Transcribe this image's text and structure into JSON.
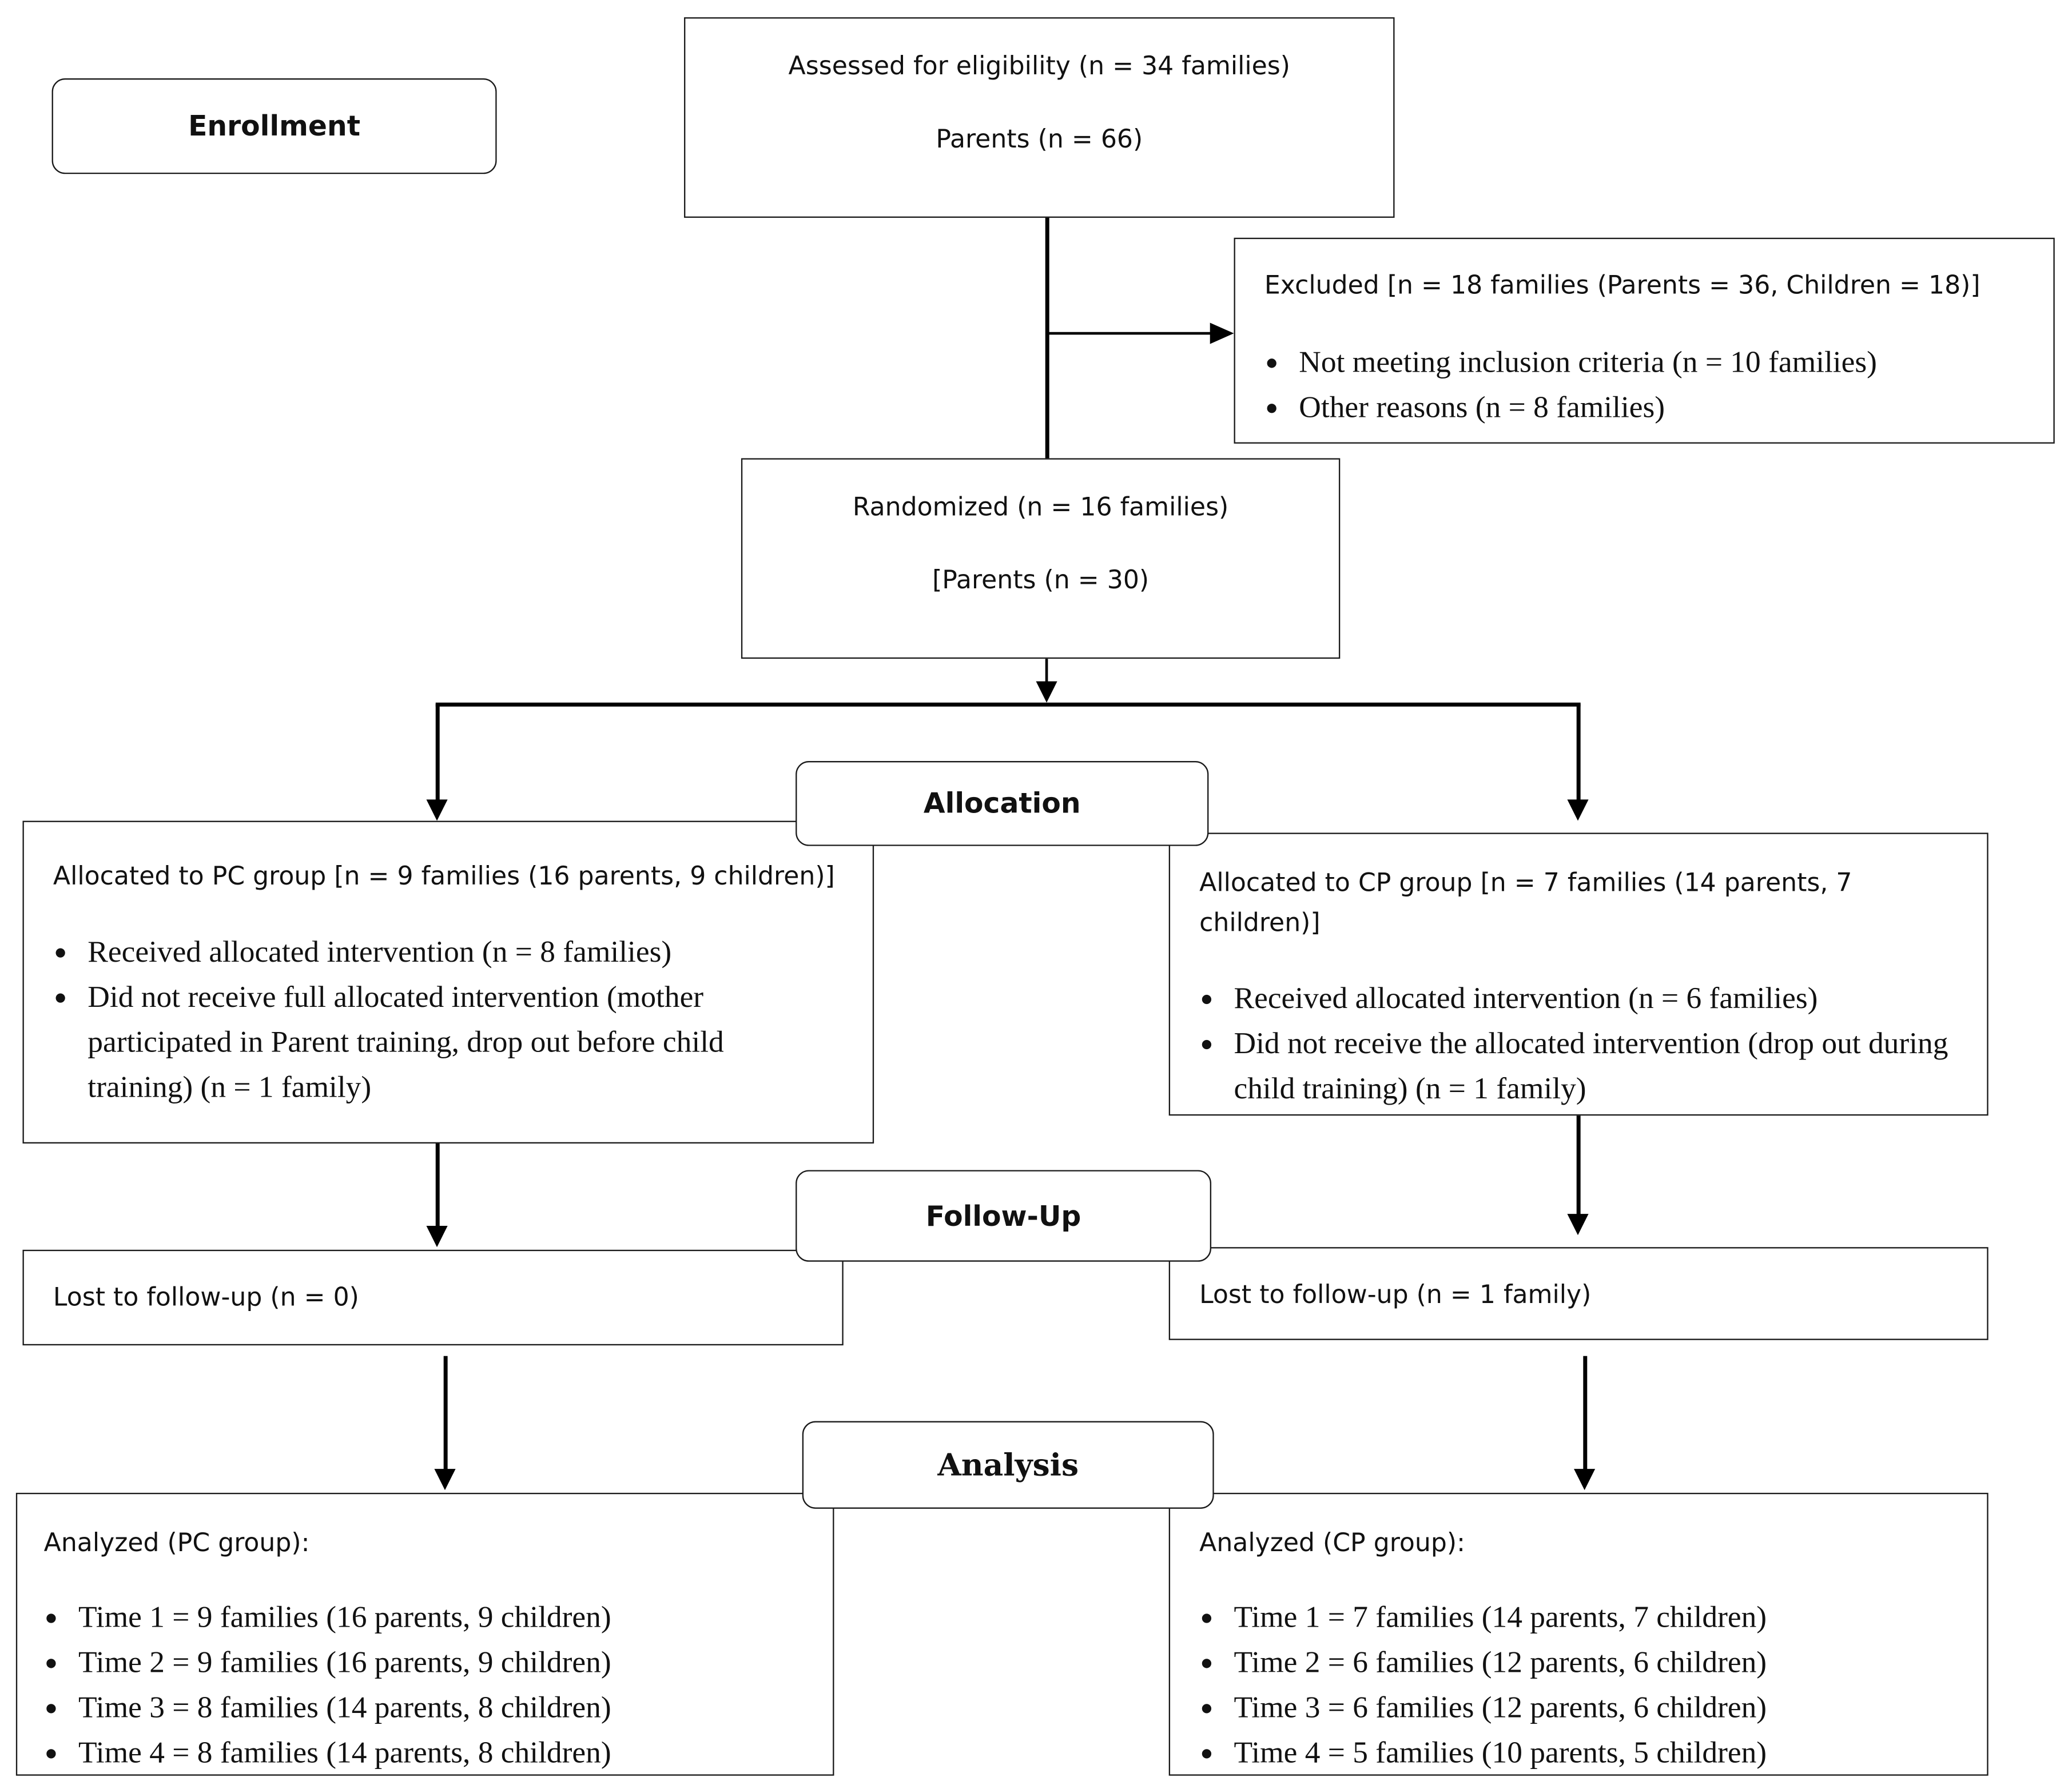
{
  "stages": {
    "enrollment": "Enrollment",
    "allocation": "Allocation",
    "follow_up": "Follow-Up",
    "analysis": "Analysis"
  },
  "assessed": {
    "line1": "Assessed for eligibility (n = 34 families)",
    "line2": "Parents (n = 66)"
  },
  "excluded": {
    "title": "Excluded  [n = 18 families (Parents = 36, Children = 18)]",
    "items": [
      "Not meeting inclusion criteria (n = 10 families)",
      "Other reasons (n = 8 families)"
    ]
  },
  "randomized": {
    "line1": "Randomized (n = 16 families)",
    "line2": "[Parents (n = 30)"
  },
  "pc_allocation": {
    "title": "Allocated to PC group [n = 9 families (16 parents, 9 children)]",
    "items": [
      "Received allocated intervention (n = 8 families)",
      "Did not receive full allocated intervention (mother participated in Parent training, drop out before child training) (n = 1 family)"
    ]
  },
  "cp_allocation": {
    "title_line1": "Allocated to CP group [n = 7 families (14 parents, 7",
    "title_line2": "children)]",
    "items": [
      "Received allocated intervention (n = 6 families)",
      "Did not receive the allocated intervention (drop out during child training) (n = 1 family)"
    ]
  },
  "pc_followup": "Lost to follow-up (n = 0)",
  "cp_followup": "Lost to follow-up  (n = 1 family)",
  "pc_analysis": {
    "title": "Analyzed (PC group):",
    "items": [
      "Time 1 = 9 families (16 parents, 9 children)",
      "Time 2 = 9 families (16 parents, 9 children)",
      "Time 3 = 8 families (14 parents, 8 children)",
      "Time 4 = 8 families (14 parents, 8 children)"
    ]
  },
  "cp_analysis": {
    "title": "Analyzed (CP group):",
    "items": [
      "Time 1 = 7 families (14 parents, 7 children)",
      "Time 2 = 6 families (12 parents, 6 children)",
      "Time 3 = 6 families (12 parents, 6 children)",
      "Time 4 = 5 families (10 parents, 5 children)"
    ]
  }
}
